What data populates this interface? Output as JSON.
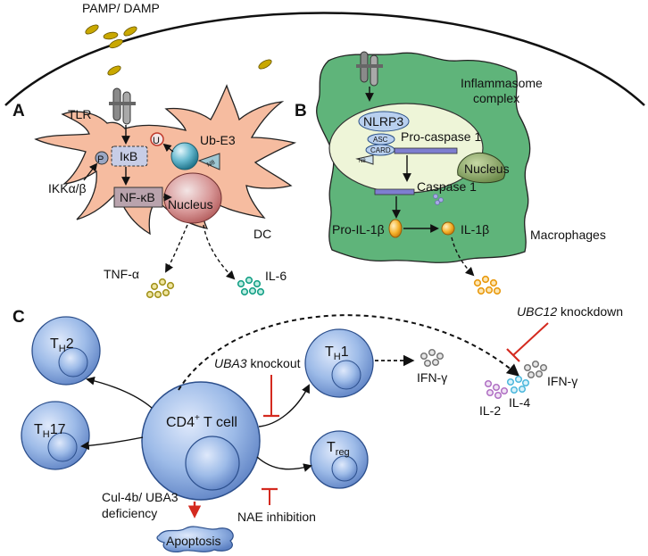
{
  "panel_letters": {
    "a": "A",
    "b": "B",
    "c": "C"
  },
  "top": {
    "pamp_damp": "PAMP/ DAMP"
  },
  "panel_a": {
    "tlr": "TLR",
    "ikb": "IκB",
    "ub_e3": "Ub-E3",
    "p": "P",
    "u": "U",
    "ikk": "IKKα/β",
    "nfkb": "NF-κB",
    "nucleus": "Nucleus",
    "dc": "DC",
    "tnf": "TNF-α",
    "il6": "IL-6",
    "nb": "N8"
  },
  "panel_b": {
    "inflammasome_line1": "Inflammasome",
    "inflammasome_line2": "complex",
    "nlrp3": "NLRP3",
    "asc": "ASC",
    "card": "CARD",
    "n8": "N8",
    "procaspase": "Pro-caspase 1",
    "nucleus": "Nucleus",
    "caspase": "Caspase 1",
    "pro_il1b": "Pro-IL-1β",
    "il1b": "IL-1β",
    "macrophages": "Macrophages"
  },
  "panel_c": {
    "th2_main": "T",
    "th2_sub": "H",
    "th2_num": "2",
    "th17_main": "T",
    "th17_sub": "H",
    "th17_num": "17",
    "th1_main": "T",
    "th1_sub": "H",
    "th1_num": "1",
    "treg_main": "T",
    "treg_sub": "reg",
    "cd4_pre": "CD4",
    "cd4_sup": "+",
    "cd4_post": " T cell",
    "uba3_gene": "UBA3",
    "uba3_rest": " knockout",
    "ifn_g": "IFN-γ",
    "ubc12_gene": "UBC12",
    "ubc12_rest": " knockdown",
    "il2": "IL-2",
    "il4": "IL-4",
    "ifn_g2": "IFN-γ",
    "cul_line1": "Cul-4b/ UBA3",
    "cul_line2": "deficiency",
    "apoptosis": "Apoptosis",
    "nae": "NAE inhibition"
  },
  "colors": {
    "dc_body": "#f6bca0",
    "macrophage": "#5fb47a",
    "cell_blue": "#8fb0e0",
    "inhibit_red": "#d42a1f",
    "pamp": "#c9a800",
    "il1b_orange": "#f2a31c",
    "tnf_yellow": "#c2b23a",
    "il6_teal": "#21b39a"
  }
}
